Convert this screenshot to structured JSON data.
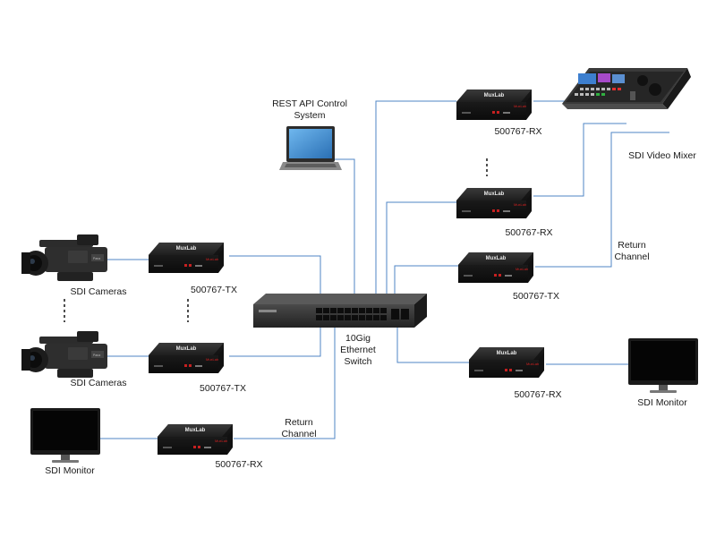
{
  "labels": {
    "rest_api": "REST API Control\nSystem",
    "video_mixer": "SDI Video Mixer",
    "sdi_cameras_top": "SDI Cameras",
    "sdi_cameras_bottom": "SDI Cameras",
    "tx_left_top": "500767-TX",
    "tx_left_bottom": "500767-TX",
    "rx_right_top": "500767-RX",
    "rx_right_mid": "500767-RX",
    "tx_right": "500767-TX",
    "rx_right_bottom": "500767-RX",
    "rx_bottom_left": "500767-RX",
    "switch": "10Gig\nEthernet\nSwitch",
    "return_channel_right": "Return\nChannel",
    "return_channel_left": "Return\nChannel",
    "sdi_monitor_left": "SDI Monitor",
    "sdi_monitor_right": "SDI Monitor"
  },
  "device_logo": "MuxLab",
  "colors": {
    "cable": "#4f86c6",
    "device_body": "#1c1c1c",
    "device_top": "#2e2e2e",
    "switch_body": "#2b2b2b",
    "screen_blue": "#3d8fd6"
  }
}
